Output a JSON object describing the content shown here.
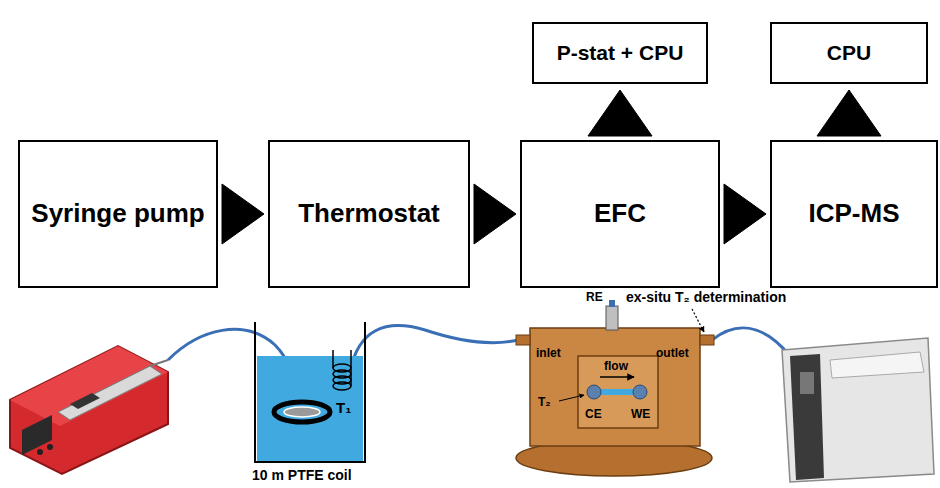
{
  "diagram": {
    "nodes": [
      {
        "text": [
          "P-stat + CPU"
        ]
      },
      {
        "text": [
          "CPU"
        ]
      },
      {
        "text": [
          "Syringe pump"
        ]
      },
      {
        "text": [
          "Thermostat"
        ]
      },
      {
        "text": [
          "EFC"
        ]
      },
      {
        "text": [
          "ICP-MS"
        ]
      }
    ],
    "edges": [
      {
        "from": 2,
        "to": 3,
        "arrow": "to"
      },
      {
        "from": 3,
        "to": 4,
        "arrow": "to"
      },
      {
        "from": 4,
        "to": 5,
        "arrow": "to"
      },
      {
        "from": 4,
        "to": 0,
        "arrow": "to"
      },
      {
        "from": 5,
        "to": 1,
        "arrow": "to"
      }
    ],
    "labels": [
      "RE",
      "ex-situ T₂ determination",
      "inlet",
      "flow",
      "outlet",
      "T₂",
      "CE",
      "WE",
      "10 m PTFE coil",
      "T₁"
    ]
  }
}
